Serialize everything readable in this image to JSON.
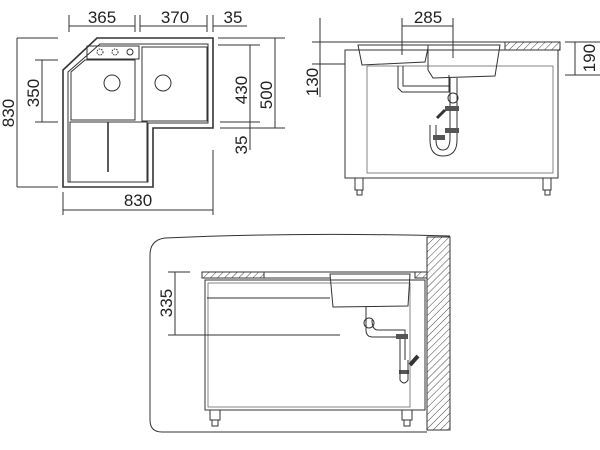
{
  "plan_view": {
    "dim_top_left": "365",
    "dim_top_middle": "370",
    "dim_top_right": "35",
    "dim_left_total": "830",
    "dim_left_bowl": "350",
    "dim_right_bowl": "430",
    "dim_right_total": "500",
    "dim_right_offset": "35",
    "dim_bottom_total": "830"
  },
  "front_view": {
    "dim_bowl_spacing": "285",
    "dim_left_depth": "130",
    "dim_right_depth": "190"
  },
  "side_view": {
    "dim_depth": "335"
  },
  "colors": {
    "line": "#333333",
    "background": "#ffffff"
  }
}
